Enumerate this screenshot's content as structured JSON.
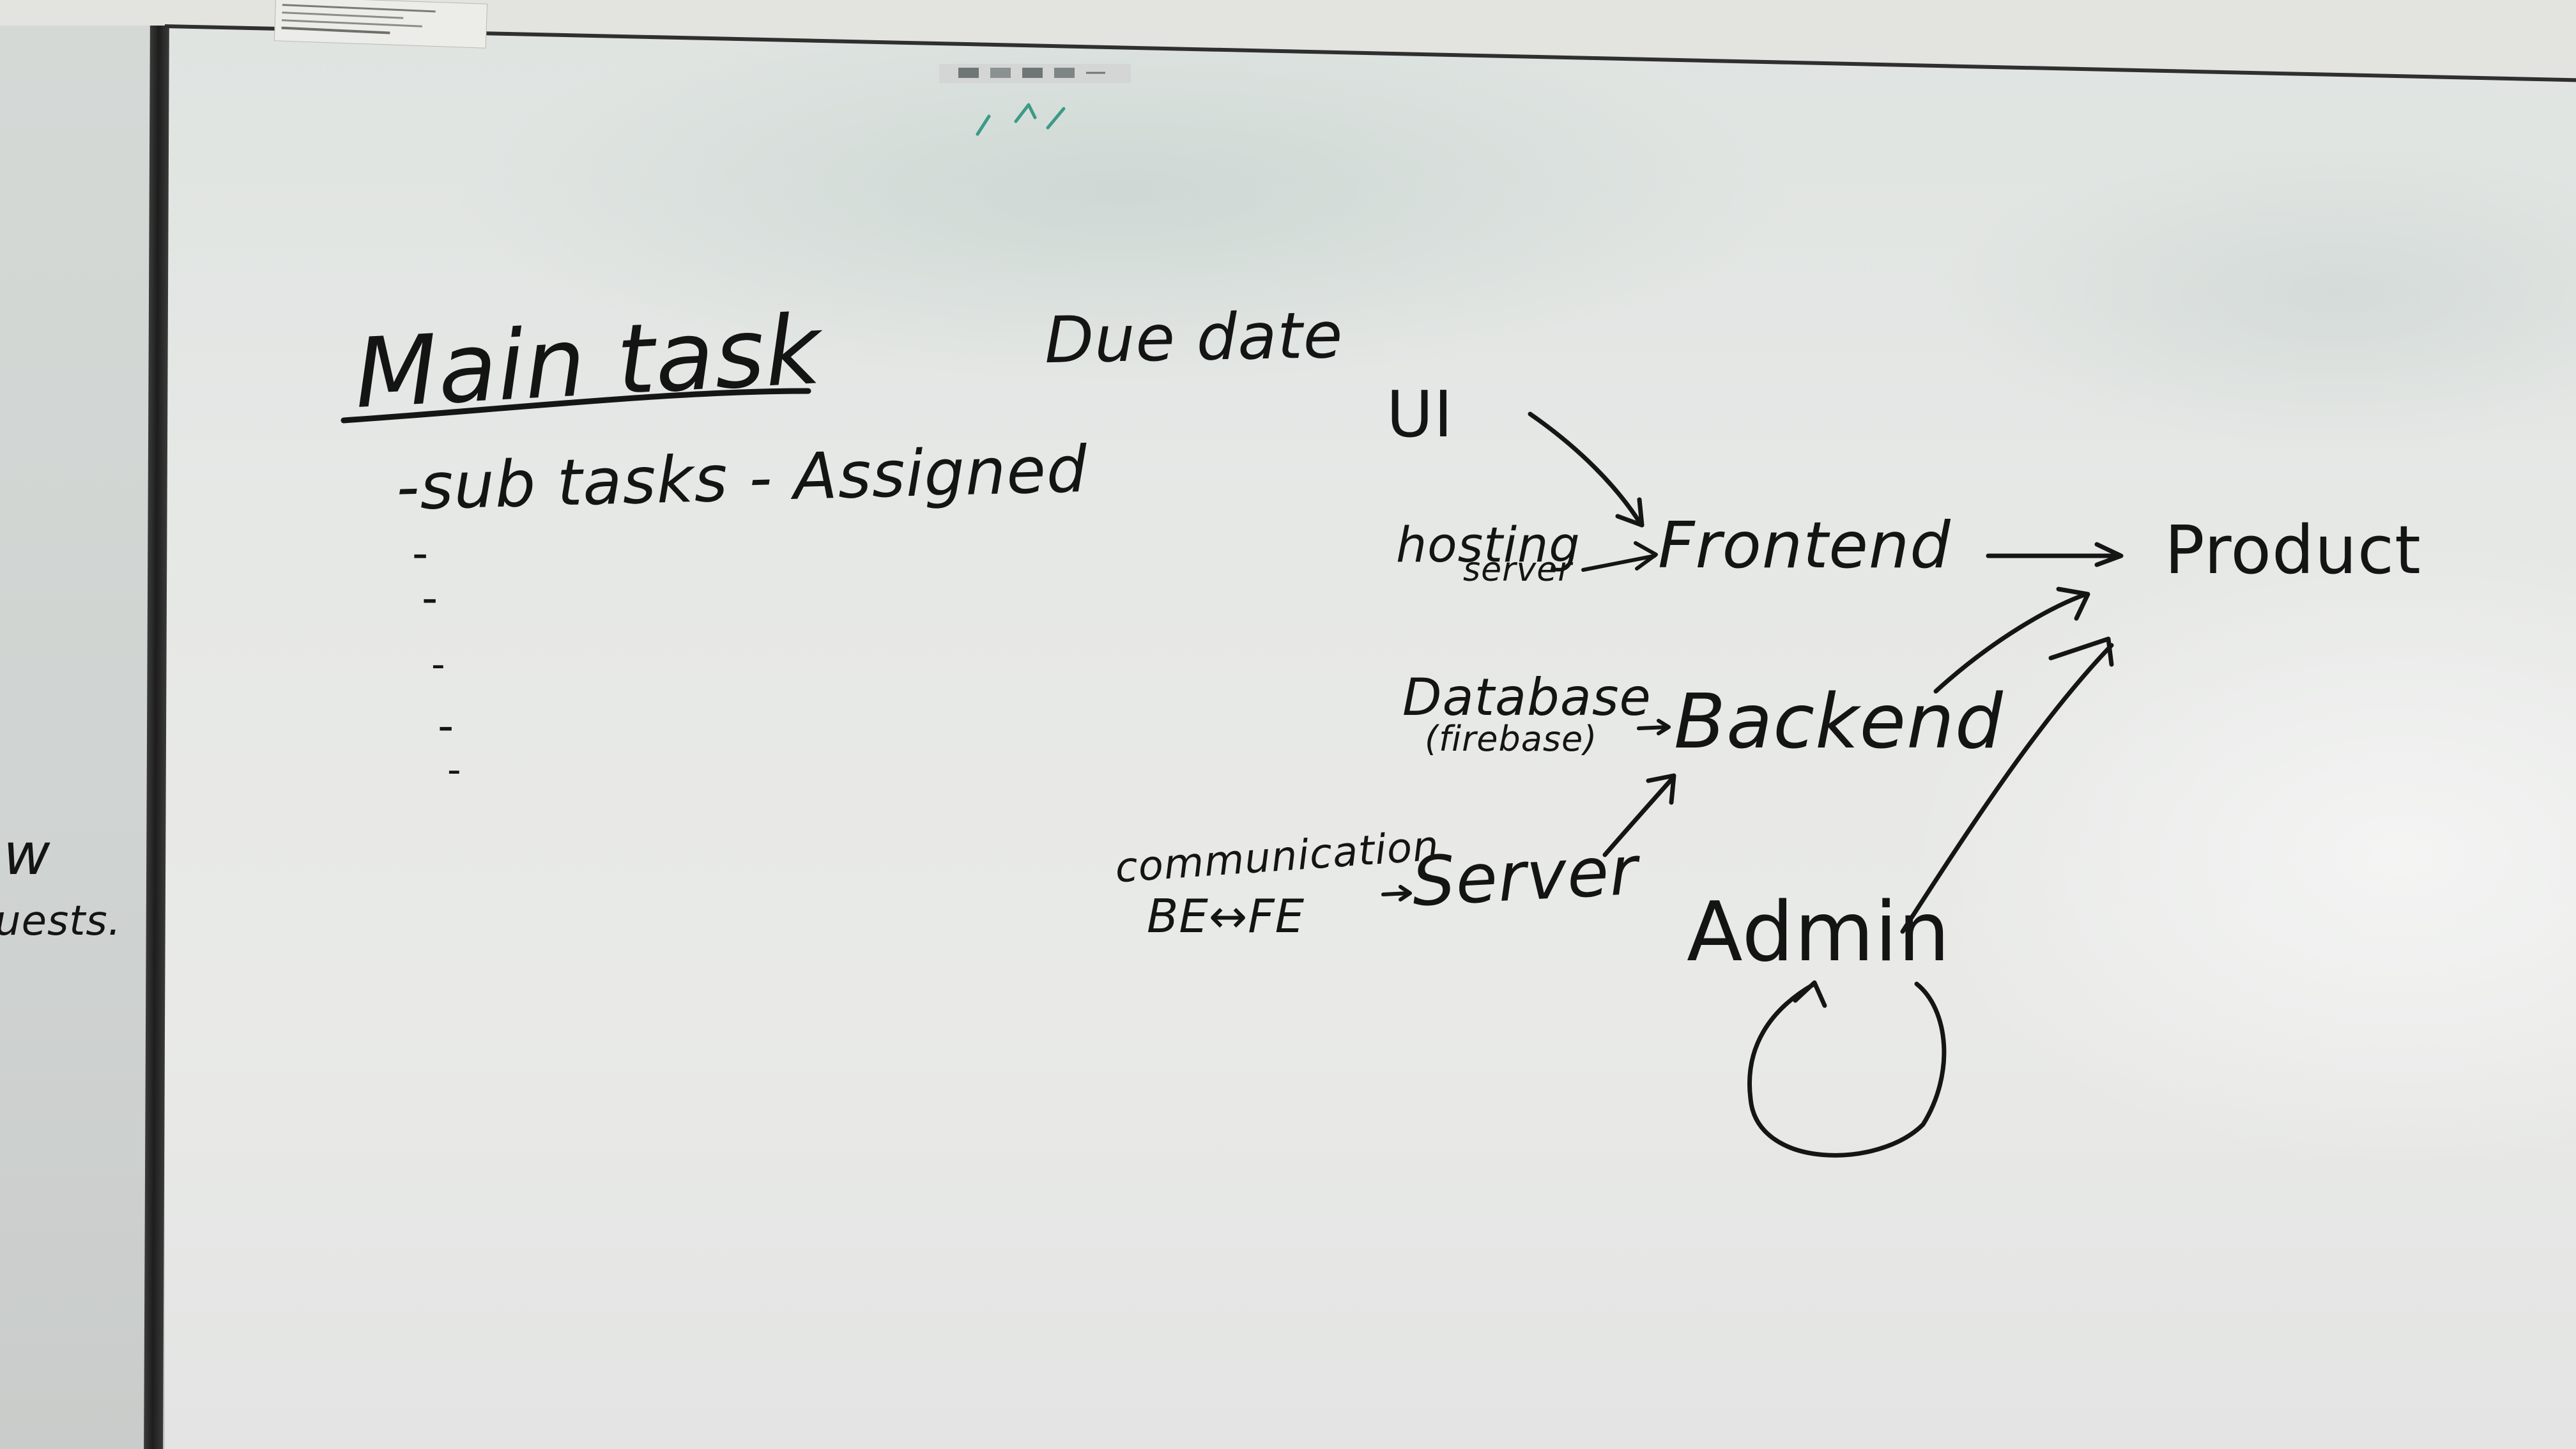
{
  "whiteboard": {
    "left_board_fragment": [
      "w",
      "uests."
    ],
    "heading": "Main task",
    "due_date": "Due date",
    "subtasks_line": "-sub tasks - Assigned",
    "bullets": [
      "-",
      "-",
      "-",
      "-",
      "-"
    ],
    "diagram": {
      "ui": "UI",
      "hosting": "hosting",
      "server_small": "server",
      "frontend": "Frontend",
      "product": "Product",
      "database": "Database",
      "firebase": "(firebase)",
      "backend": "Backend",
      "communication": "communication",
      "be_fe": "BE↔FE",
      "server": "Server",
      "admin": "Admin"
    }
  },
  "colors": {
    "ink": "#151515",
    "board": "#e6e8e6",
    "frame": "#262626",
    "magnet_teal": "#3c9a86"
  }
}
